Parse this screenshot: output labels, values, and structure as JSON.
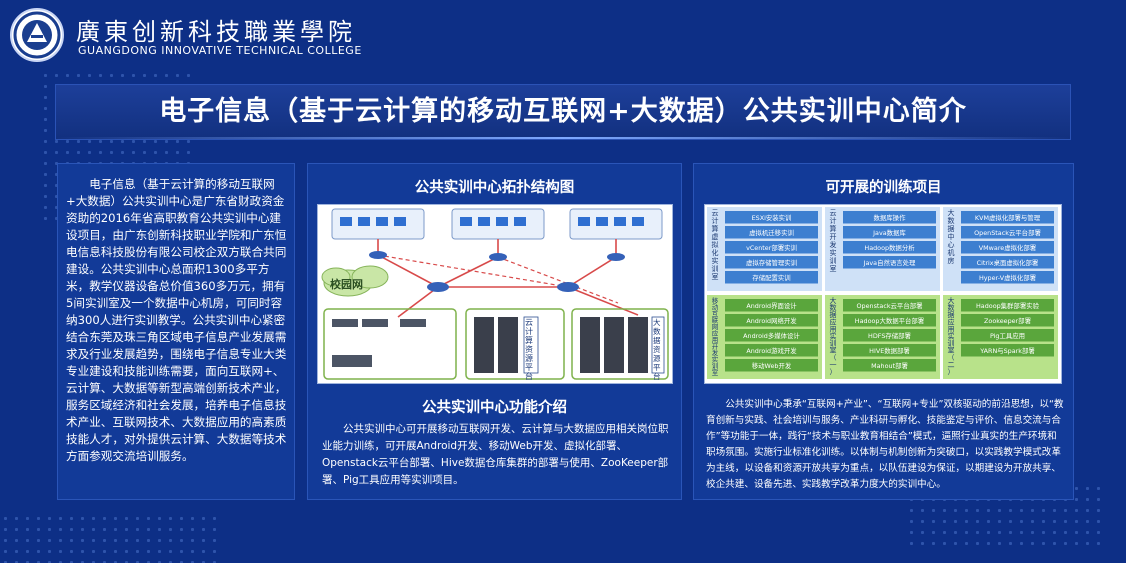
{
  "header": {
    "school_name_cn": "廣東创新科技職業學院",
    "school_name_en": "GUANGDONG INNOVATIVE TECHNICAL COLLEGE",
    "logo_icon": "college-seal-icon"
  },
  "title": "电子信息（基于云计算的移动互联网+大数据）公共实训中心简介",
  "intro": {
    "text": "电子信息（基于云计算的移动互联网+大数据）公共实训中心是广东省财政资金资助的2016年省高职教育公共实训中心建设项目，由广东创新科技职业学院和广东恒电信息科技股份有限公司校企双方联合共同建设。公共实训中心总面积1300多平方米，教学仪器设备总价值360多万元，拥有5间实训室及一个数据中心机房，可同时容纳300人进行实训教学。公共实训中心紧密结合东莞及珠三角区域电子信息产业发展需求及行业发展趋势，围绕电子信息专业大类专业建设和技能训练需要，面向互联网+、云计算、大数据等新型高端创新技术产业，服务区域经济和社会发展，培养电子信息技术产业、互联网技术、大数据应用的高素质技能人才，对外提供云计算、大数据等技术方面参观交流培训服务。"
  },
  "topology": {
    "heading": "公共实训中心拓扑结构图",
    "campus_label": "校园网",
    "cloud_label": "云计算资源平台",
    "bigdata_label": "大数据资源平台"
  },
  "function": {
    "heading": "公共实训中心功能介绍",
    "text": "公共实训中心可开展移动互联网开发、云计算与大数据应用相关岗位职业能力训练，可开展Android开发、移动Web开发、虚拟化部署、Openstack云平台部署、Hive数据仓库集群的部署与使用、ZooKeeper部署、Pig工具应用等实训项目。"
  },
  "training": {
    "heading": "可开展的训练项目",
    "groups": [
      {
        "title": "云计算虚拟化实训室",
        "items": [
          "ESXi安装实训",
          "虚拟机迁移实训",
          "vCenter部署实训",
          "虚拟存储管理实训",
          "存储配置实训"
        ]
      },
      {
        "title": "云计算开发实训室",
        "items": [
          "数据库操作",
          "Java数据库",
          "Hadoop数据分析",
          "Java自然语言处理"
        ]
      },
      {
        "title": "大数据中心机房",
        "items": [
          "KVM虚拟化部署与管理",
          "OpenStack云平台部署",
          "VMware虚拟化部署",
          "Citrix桌面虚拟化部署",
          "Hyper-V虚拟化部署"
        ]
      },
      {
        "title": "移动互联网应用开发实训室",
        "items": [
          "Android界面设计",
          "Android网络开发",
          "Android多媒体设计",
          "Android游戏开发",
          "移动Web开发"
        ]
      },
      {
        "title": "大数据应用实训室（一）",
        "items": [
          "Openstack云平台部署",
          "Hadoop大数据平台部署",
          "HDFS存储部署",
          "HIVE数据部署",
          "Mahout部署"
        ]
      },
      {
        "title": "大数据应用实训室（二）",
        "items": [
          "Hadoop集群部署实验",
          "Zookeeper部署",
          "Pig工具应用",
          "YARN与Spark部署"
        ]
      }
    ]
  },
  "summary": {
    "text": "公共实训中心秉承“互联网+产业”、“互联网+专业”双核驱动的前沿思想，以“教育创新与实践、社会培训与服务、产业科研与孵化、技能鉴定与评价、信息交流与合作”等功能于一体，践行“技术与职业教育相结合”模式，逼照行业真实的生产环境和职场氛围。实施行业标准化训练。以体制与机制创新为突破口，以实践教学模式改革为主线，以设备和资源开放共享为重点，以队伍建设为保证，以期建设为开放共享、校企共建、设备先进、实践教学改革力度大的实训中心。"
  },
  "colors": {
    "background": "#0d2f86",
    "panel": "#123a98",
    "grid_green": "#b8e28a",
    "grid_blue": "#cfe1f7",
    "grid_header": "#6aa6e0"
  }
}
